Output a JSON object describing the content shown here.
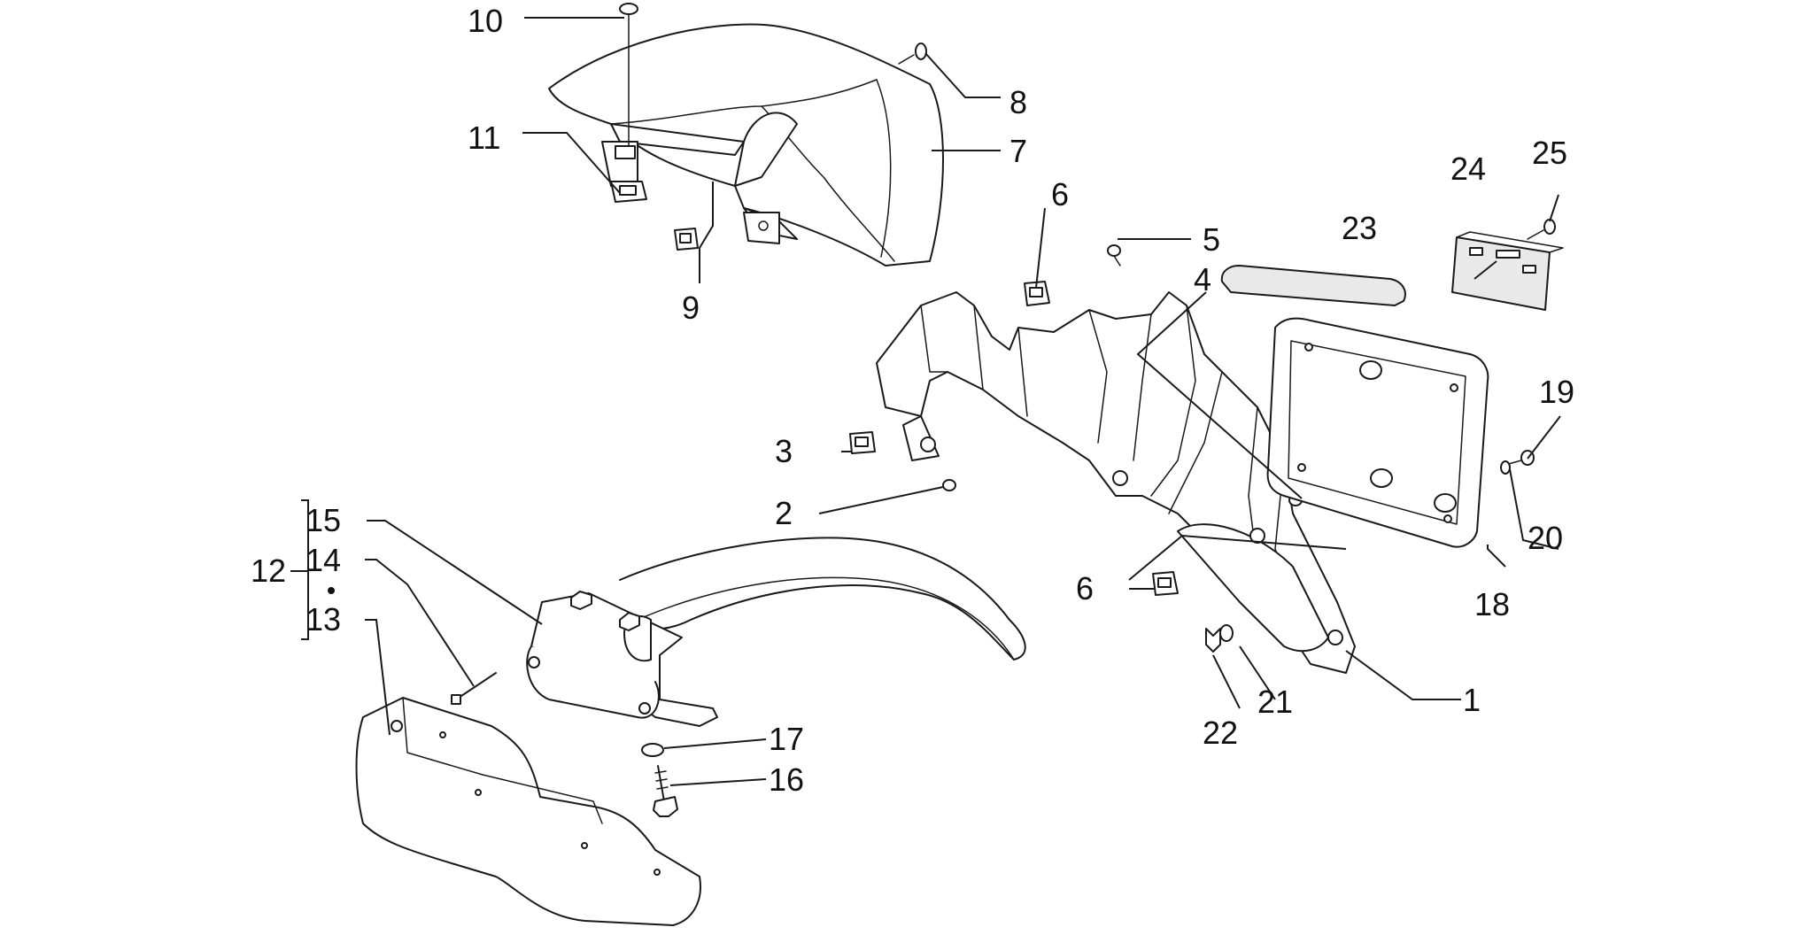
{
  "callouts": {
    "c1": "1",
    "c2": "2",
    "c3": "3",
    "c4": "4",
    "c5": "5",
    "c6a": "6",
    "c6b": "6",
    "c7": "7",
    "c8": "8",
    "c9": "9",
    "c10": "10",
    "c11": "11",
    "c12": "12",
    "c13": "13",
    "c14": "14",
    "c15": "15",
    "c16": "16",
    "c17": "17",
    "c18": "18",
    "c19": "19",
    "c20": "20",
    "c21": "21",
    "c22": "22",
    "c23": "23",
    "c24": "24",
    "c25": "25"
  },
  "colors": {
    "line": "#1a1a1a",
    "background": "#ffffff",
    "shade": "#e9e9e9"
  }
}
